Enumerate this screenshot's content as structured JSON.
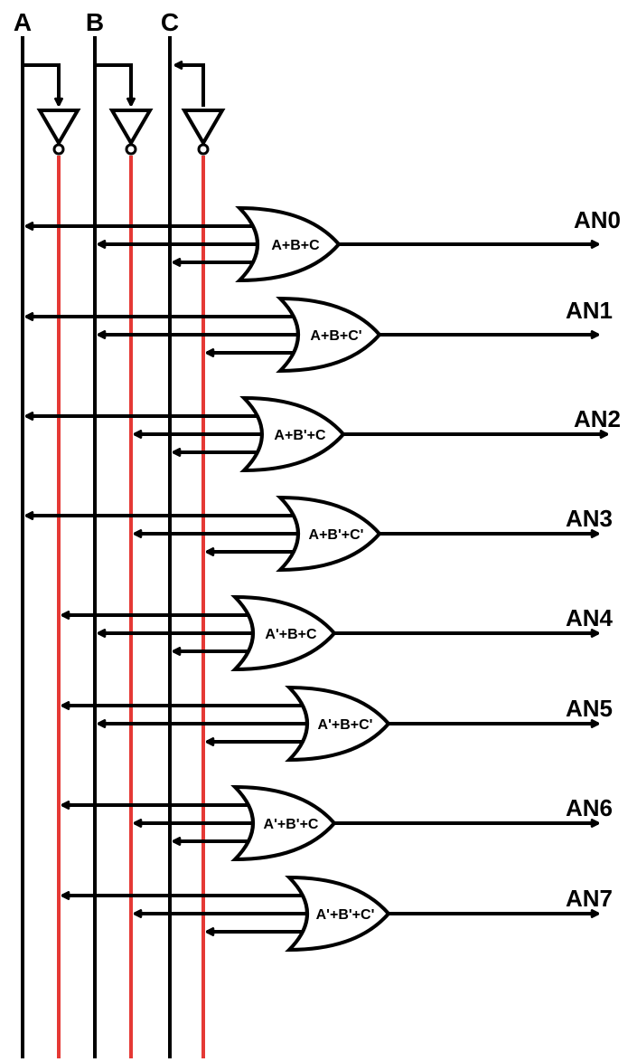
{
  "inputs": [
    {
      "name": "A"
    },
    {
      "name": "B"
    },
    {
      "name": "C"
    }
  ],
  "colors": {
    "input_line": "#000000",
    "inverted_line": "#e53935",
    "wire": "#000000",
    "background": "#ffffff"
  },
  "gates": [
    {
      "label": "A+B+C",
      "output": "AN0",
      "inputs": [
        "A",
        "B",
        "C"
      ]
    },
    {
      "label": "A+B+C'",
      "output": "AN1",
      "inputs": [
        "A",
        "B",
        "C'"
      ]
    },
    {
      "label": "A+B'+C",
      "output": "AN2",
      "inputs": [
        "A",
        "B'",
        "C"
      ]
    },
    {
      "label": "A+B'+C'",
      "output": "AN3",
      "inputs": [
        "A",
        "B'",
        "C'"
      ]
    },
    {
      "label": "A'+B+C",
      "output": "AN4",
      "inputs": [
        "A'",
        "B",
        "C"
      ]
    },
    {
      "label": "A'+B+C'",
      "output": "AN5",
      "inputs": [
        "A'",
        "B",
        "C'"
      ]
    },
    {
      "label": "A'+B'+C",
      "output": "AN6",
      "inputs": [
        "A'",
        "B'",
        "C"
      ]
    },
    {
      "label": "A'+B'+C'",
      "output": "AN7",
      "inputs": [
        "A'",
        "B'",
        "C'"
      ]
    }
  ]
}
